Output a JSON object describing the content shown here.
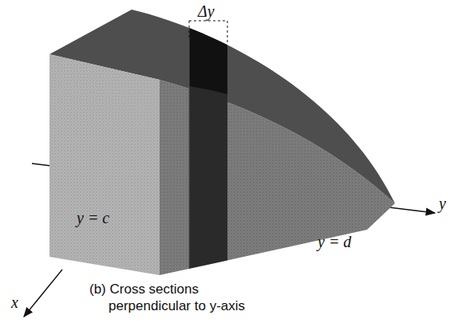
{
  "diagram": {
    "caption": "(b) Cross sections perpendicular to y-axis",
    "labels": [
      "Δy",
      "y = c",
      "y = d",
      "y",
      "x"
    ]
  }
}
